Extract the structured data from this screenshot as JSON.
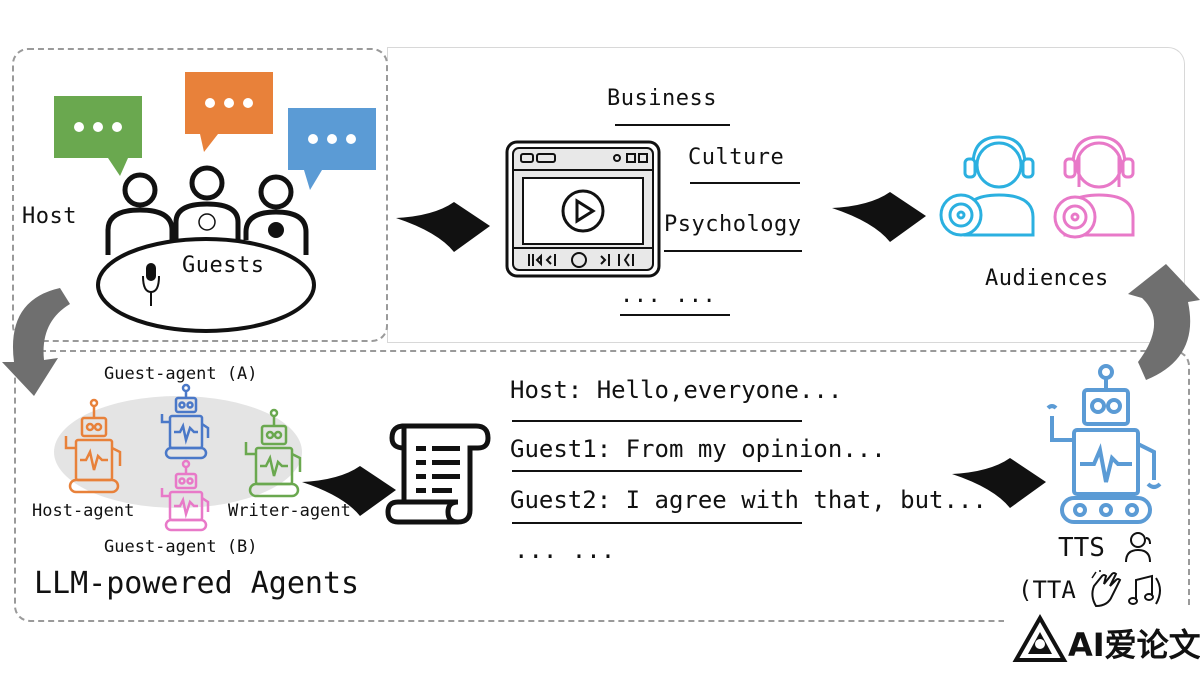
{
  "podcast": {
    "host_label": "Host",
    "guests_label": "Guests"
  },
  "topics": [
    "Business",
    "Culture",
    "Psychology",
    "... ..."
  ],
  "audience_label": "Audiences",
  "agents": {
    "guest_a": "Guest-agent (A)",
    "guest_b": "Guest-agent (B)",
    "host": "Host-agent",
    "writer": "Writer-agent",
    "section_title": "LLM-powered Agents"
  },
  "script_lines": [
    "Host: Hello,everyone...",
    "Guest1: From my opinion...",
    "Guest2: I agree with that, but...",
    "... ..."
  ],
  "tts": {
    "label": "TTS",
    "tta_label": "(TTA"
  },
  "watermark": "AI爱论文",
  "colors": {
    "green_bubble": "#6aa84f",
    "orange_bubble": "#e8813a",
    "blue_bubble": "#5b9bd5",
    "audience_blue": "#2bb0e0",
    "audience_pink": "#e879c8",
    "robot_orange": "#e8813a",
    "robot_blue": "#4a78c8",
    "robot_green": "#6aa84f",
    "robot_pink": "#e879c8",
    "tts_robot": "#5b9bd5"
  }
}
